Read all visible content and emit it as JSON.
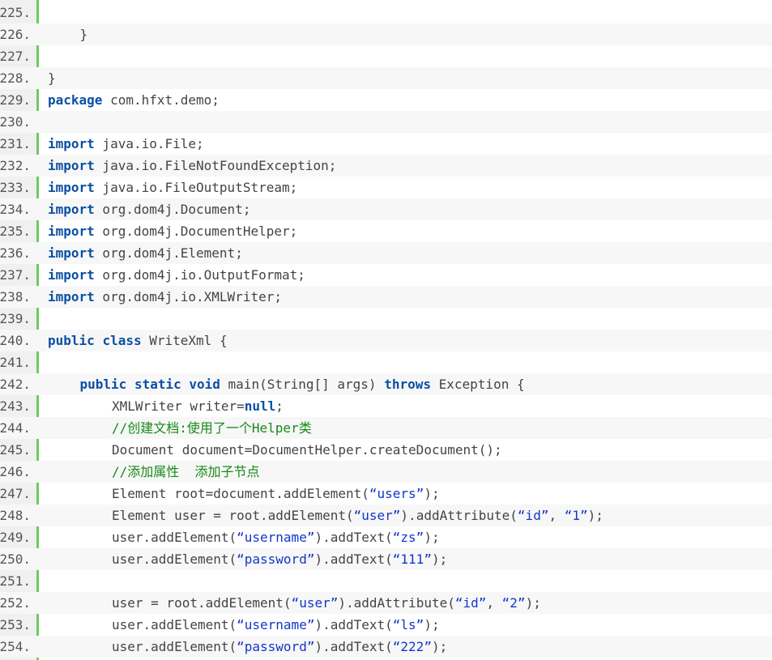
{
  "colors": {
    "gutter_background": "#f0f0f0",
    "gutter_border": "#6ccb5f",
    "keyword": "#0b4fa3",
    "comment": "#168a16",
    "string": "#1336c9",
    "text": "#444444",
    "alt_row": "#f7f7f7"
  },
  "lines": [
    {
      "number": "225.",
      "indent": 0,
      "tokens": []
    },
    {
      "number": "226.",
      "indent": 1,
      "tokens": [
        {
          "t": "}",
          "k": "plain"
        }
      ]
    },
    {
      "number": "227.",
      "indent": 0,
      "tokens": []
    },
    {
      "number": "228.",
      "indent": 0,
      "tokens": [
        {
          "t": "}",
          "k": "plain"
        }
      ]
    },
    {
      "number": "229.",
      "indent": 0,
      "tokens": [
        {
          "t": "package",
          "k": "kw"
        },
        {
          "t": " com.hfxt.demo;",
          "k": "plain"
        }
      ]
    },
    {
      "number": "230.",
      "indent": 0,
      "tokens": []
    },
    {
      "number": "231.",
      "indent": 0,
      "tokens": [
        {
          "t": "import",
          "k": "kw"
        },
        {
          "t": " java.io.File;",
          "k": "plain"
        }
      ]
    },
    {
      "number": "232.",
      "indent": 0,
      "tokens": [
        {
          "t": "import",
          "k": "kw"
        },
        {
          "t": " java.io.FileNotFoundException;",
          "k": "plain"
        }
      ]
    },
    {
      "number": "233.",
      "indent": 0,
      "tokens": [
        {
          "t": "import",
          "k": "kw"
        },
        {
          "t": " java.io.FileOutputStream;",
          "k": "plain"
        }
      ]
    },
    {
      "number": "234.",
      "indent": 0,
      "tokens": [
        {
          "t": "import",
          "k": "kw"
        },
        {
          "t": " org.dom4j.Document;",
          "k": "plain"
        }
      ]
    },
    {
      "number": "235.",
      "indent": 0,
      "tokens": [
        {
          "t": "import",
          "k": "kw"
        },
        {
          "t": " org.dom4j.DocumentHelper;",
          "k": "plain"
        }
      ]
    },
    {
      "number": "236.",
      "indent": 0,
      "tokens": [
        {
          "t": "import",
          "k": "kw"
        },
        {
          "t": " org.dom4j.Element;",
          "k": "plain"
        }
      ]
    },
    {
      "number": "237.",
      "indent": 0,
      "tokens": [
        {
          "t": "import",
          "k": "kw"
        },
        {
          "t": " org.dom4j.io.OutputFormat;",
          "k": "plain"
        }
      ]
    },
    {
      "number": "238.",
      "indent": 0,
      "tokens": [
        {
          "t": "import",
          "k": "kw"
        },
        {
          "t": " org.dom4j.io.XMLWriter;",
          "k": "plain"
        }
      ]
    },
    {
      "number": "239.",
      "indent": 0,
      "tokens": []
    },
    {
      "number": "240.",
      "indent": 0,
      "tokens": [
        {
          "t": "public",
          "k": "kw"
        },
        {
          "t": " ",
          "k": "plain"
        },
        {
          "t": "class",
          "k": "kw"
        },
        {
          "t": " WriteXml {",
          "k": "plain"
        }
      ]
    },
    {
      "number": "241.",
      "indent": 0,
      "tokens": []
    },
    {
      "number": "242.",
      "indent": 1,
      "tokens": [
        {
          "t": "public",
          "k": "kw"
        },
        {
          "t": " ",
          "k": "plain"
        },
        {
          "t": "static",
          "k": "kw"
        },
        {
          "t": " ",
          "k": "plain"
        },
        {
          "t": "void",
          "k": "kw"
        },
        {
          "t": " main(String[] args) ",
          "k": "plain"
        },
        {
          "t": "throws",
          "k": "kw"
        },
        {
          "t": " Exception {",
          "k": "plain"
        }
      ]
    },
    {
      "number": "243.",
      "indent": 2,
      "tokens": [
        {
          "t": "XMLWriter writer=",
          "k": "plain"
        },
        {
          "t": "null",
          "k": "kw"
        },
        {
          "t": ";",
          "k": "plain"
        }
      ]
    },
    {
      "number": "244.",
      "indent": 2,
      "tokens": [
        {
          "t": "//创建文档:使用了一个Helper类",
          "k": "comment"
        }
      ]
    },
    {
      "number": "245.",
      "indent": 2,
      "tokens": [
        {
          "t": "Document document=DocumentHelper.createDocument();",
          "k": "plain"
        }
      ]
    },
    {
      "number": "246.",
      "indent": 2,
      "tokens": [
        {
          "t": "//添加属性  添加子节点",
          "k": "comment"
        }
      ]
    },
    {
      "number": "247.",
      "indent": 2,
      "tokens": [
        {
          "t": "Element root=document.addElement(",
          "k": "plain"
        },
        {
          "t": "“users”",
          "k": "string"
        },
        {
          "t": ");",
          "k": "plain"
        }
      ]
    },
    {
      "number": "248.",
      "indent": 2,
      "tokens": [
        {
          "t": "Element user = root.addElement(",
          "k": "plain"
        },
        {
          "t": "“user”",
          "k": "string"
        },
        {
          "t": ").addAttribute(",
          "k": "plain"
        },
        {
          "t": "“id”",
          "k": "string"
        },
        {
          "t": ", ",
          "k": "plain"
        },
        {
          "t": "“1”",
          "k": "string"
        },
        {
          "t": ");",
          "k": "plain"
        }
      ]
    },
    {
      "number": "249.",
      "indent": 2,
      "tokens": [
        {
          "t": "user.addElement(",
          "k": "plain"
        },
        {
          "t": "“username”",
          "k": "string"
        },
        {
          "t": ").addText(",
          "k": "plain"
        },
        {
          "t": "“zs”",
          "k": "string"
        },
        {
          "t": ");",
          "k": "plain"
        }
      ]
    },
    {
      "number": "250.",
      "indent": 2,
      "tokens": [
        {
          "t": "user.addElement(",
          "k": "plain"
        },
        {
          "t": "“password”",
          "k": "string"
        },
        {
          "t": ").addText(",
          "k": "plain"
        },
        {
          "t": "“111”",
          "k": "string"
        },
        {
          "t": ");",
          "k": "plain"
        }
      ]
    },
    {
      "number": "251.",
      "indent": 0,
      "tokens": []
    },
    {
      "number": "252.",
      "indent": 2,
      "tokens": [
        {
          "t": "user = root.addElement(",
          "k": "plain"
        },
        {
          "t": "“user”",
          "k": "string"
        },
        {
          "t": ").addAttribute(",
          "k": "plain"
        },
        {
          "t": "“id”",
          "k": "string"
        },
        {
          "t": ", ",
          "k": "plain"
        },
        {
          "t": "“2”",
          "k": "string"
        },
        {
          "t": ");",
          "k": "plain"
        }
      ]
    },
    {
      "number": "253.",
      "indent": 2,
      "tokens": [
        {
          "t": "user.addElement(",
          "k": "plain"
        },
        {
          "t": "“username”",
          "k": "string"
        },
        {
          "t": ").addText(",
          "k": "plain"
        },
        {
          "t": "“ls”",
          "k": "string"
        },
        {
          "t": ");",
          "k": "plain"
        }
      ]
    },
    {
      "number": "254.",
      "indent": 2,
      "tokens": [
        {
          "t": "user.addElement(",
          "k": "plain"
        },
        {
          "t": "“password”",
          "k": "string"
        },
        {
          "t": ").addText(",
          "k": "plain"
        },
        {
          "t": "“222”",
          "k": "string"
        },
        {
          "t": ");",
          "k": "plain"
        }
      ]
    }
  ]
}
